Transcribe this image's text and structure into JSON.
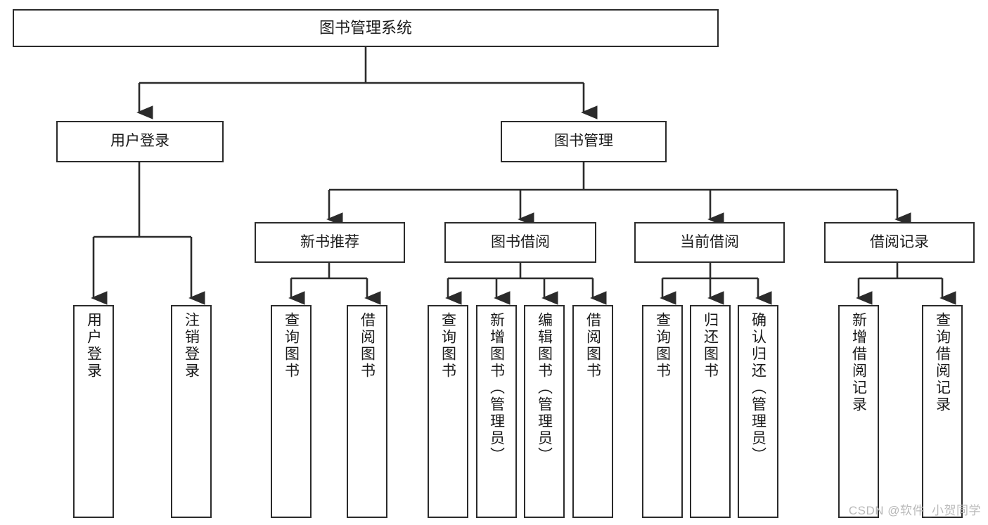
{
  "diagram": {
    "title": "图书管理系统",
    "type": "tree-hierarchy-diagram",
    "colors": {
      "stroke": "#2b2b2b",
      "fill": "#ffffff",
      "text": "#1a1a1a",
      "watermark": "#b9b9b9"
    },
    "root": {
      "label": "图书管理系统"
    },
    "level2": [
      {
        "label": "用户登录"
      },
      {
        "label": "图书管理"
      }
    ],
    "level3": [
      {
        "label": "新书推荐"
      },
      {
        "label": "图书借阅"
      },
      {
        "label": "当前借阅"
      },
      {
        "label": "借阅记录"
      }
    ],
    "leaves": {
      "user_login": [
        {
          "label": "用户登录"
        },
        {
          "label": "注销登录"
        }
      ],
      "new_book": [
        {
          "label": "查询图书"
        },
        {
          "label": "借阅图书"
        }
      ],
      "borrow_book": [
        {
          "label": "查询图书"
        },
        {
          "label": "新增图书（管理员）"
        },
        {
          "label": "编辑图书（管理员）"
        },
        {
          "label": "借阅图书"
        }
      ],
      "current_borrow": [
        {
          "label": "查询图书"
        },
        {
          "label": "归还图书"
        },
        {
          "label": "确认归还（管理员）"
        }
      ],
      "borrow_record": [
        {
          "label": "新增借阅记录"
        },
        {
          "label": "查询借阅记录"
        }
      ]
    }
  },
  "watermark": {
    "text": "CSDN @软件_小贺同学"
  }
}
